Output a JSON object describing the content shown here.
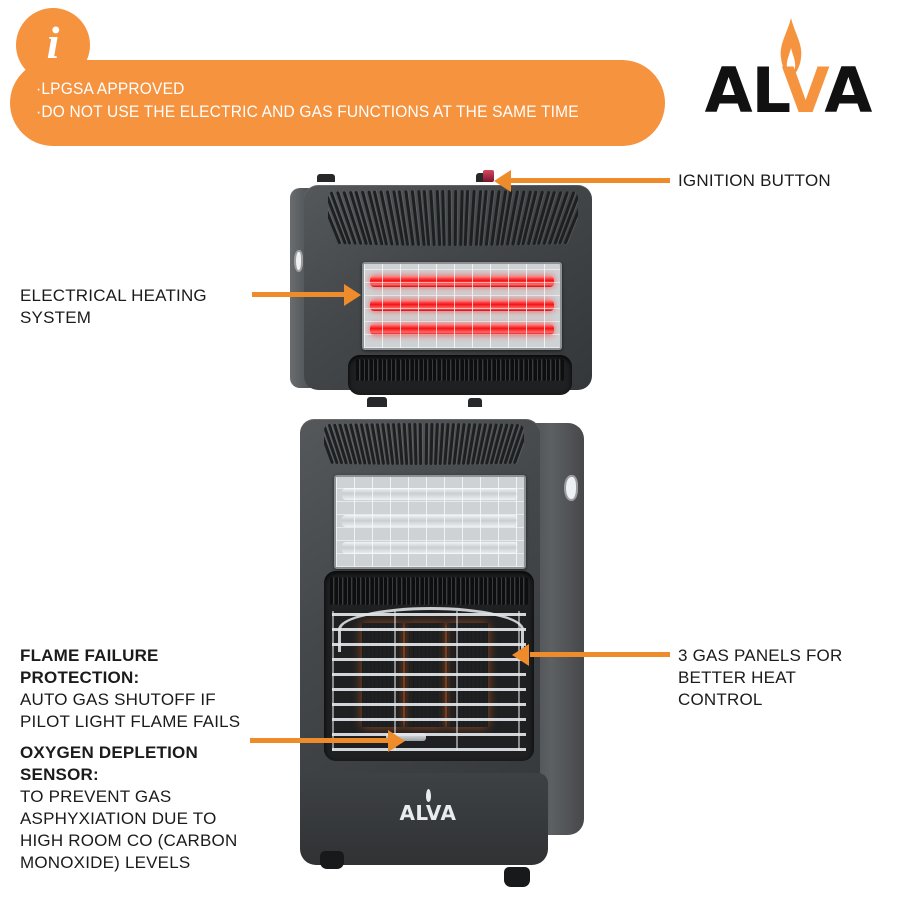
{
  "banner": {
    "icon": "info-icon",
    "bullets": [
      "·LPGSA APPROVED",
      "·DO NOT USE THE ELECTRIC AND GAS FUNCTIONS AT THE SAME TIME"
    ]
  },
  "brand": {
    "name": "ALVA",
    "letters": {
      "a1": "A",
      "l": "L",
      "v": "V",
      "a2": "A"
    },
    "flame_icon": "flame-icon",
    "colors": {
      "text": "#111111",
      "flame": "#F5933F"
    }
  },
  "colors": {
    "accent_orange": "#F5933F",
    "arrow_orange": "#EE8B2B",
    "background": "#FFFFFF",
    "text": "#1B1B1B",
    "cabinet_dark": "#3C3F42",
    "element_on_red": "#F41212",
    "gas_panel_orange": "#F2601A"
  },
  "callouts": [
    {
      "id": "ignition-button",
      "heading": "IGNITION BUTTON",
      "body": "",
      "side": "right"
    },
    {
      "id": "electrical-heating-system",
      "heading": "",
      "body": "ELECTRICAL HEATING\nSYSTEM",
      "side": "left"
    },
    {
      "id": "flame-failure-protection",
      "heading": "FLAME FAILURE\nPROTECTION:",
      "body": "AUTO GAS SHUTOFF IF\nPILOT LIGHT FLAME FAILS",
      "side": "left"
    },
    {
      "id": "oxygen-depletion-sensor",
      "heading": "OXYGEN DEPLETION\nSENSOR:",
      "body": "TO PREVENT GAS\nASPHYXIATION DUE TO\nHIGH ROOM CO (CARBON\nMONOXIDE) LEVELS",
      "side": "left"
    },
    {
      "id": "gas-panels",
      "heading": "3 GAS PANELS FOR\nBETTER HEAT\nCONTROL",
      "body": "",
      "side": "right"
    }
  ],
  "callout_text": {
    "ignition_button": "IGNITION BUTTON",
    "electrical_heating_l1": "ELECTRICAL HEATING",
    "electrical_heating_l2": "SYSTEM",
    "flame_failure_head_l1": "FLAME FAILURE",
    "flame_failure_head_l2": "PROTECTION:",
    "flame_failure_body_l1": "AUTO GAS SHUTOFF IF",
    "flame_failure_body_l2": "PILOT LIGHT FLAME FAILS",
    "oxygen_head_l1": "OXYGEN DEPLETION",
    "oxygen_head_l2": "SENSOR:",
    "oxygen_body_l1": "TO PREVENT GAS",
    "oxygen_body_l2": "ASPHYXIATION DUE TO",
    "oxygen_body_l3": "HIGH ROOM CO (CARBON",
    "oxygen_body_l4": "MONOXIDE) LEVELS",
    "gas_panels_l1": "3 GAS PANELS FOR",
    "gas_panels_l2": "BETTER HEAT",
    "gas_panels_l3": "CONTROL"
  },
  "product": {
    "top_unit": {
      "name": "heater-top-view",
      "electric_elements_count": 3,
      "electric_elements_state": "on",
      "ignition_button_color": "#9C1C38"
    },
    "main_unit": {
      "name": "heater-full-view",
      "electric_elements_count": 3,
      "electric_elements_state": "off",
      "gas_panels_count": 3,
      "gas_panels_state": "on",
      "casters": 2,
      "badge_text": "ALVA"
    }
  }
}
